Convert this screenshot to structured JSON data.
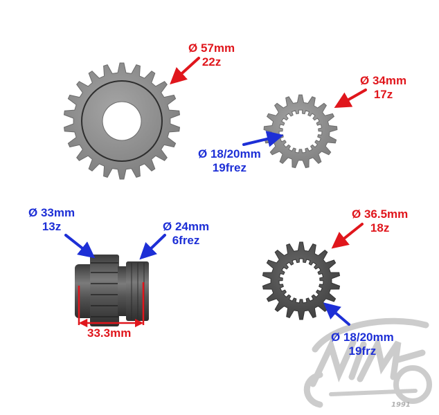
{
  "colors": {
    "red_label": "#e0161c",
    "blue_label": "#1d2fd6",
    "gear_light": "#8a8a8a",
    "gear_dark": "#4a4a4a",
    "watermark": "#bdbdbd"
  },
  "gears": [
    {
      "id": "large-gear",
      "teeth": 22,
      "labels": {
        "diameter": "Ø 57mm",
        "teeth": "22z"
      }
    },
    {
      "id": "small-gear-top",
      "teeth": 17,
      "labels": {
        "diameter": "Ø 34mm",
        "teeth": "17z",
        "bore": "Ø 18/20mm",
        "splines": "19frez"
      }
    },
    {
      "id": "pinion-shaft",
      "teeth": 13,
      "labels": {
        "diameter": "Ø 33mm",
        "teeth": "13z",
        "shaft_diameter": "Ø 24mm",
        "shaft_splines": "6frez",
        "length": "33.3mm"
      }
    },
    {
      "id": "gear-bottom-right",
      "teeth": 18,
      "labels": {
        "diameter": "Ø 36.5mm",
        "teeth": "18z",
        "bore": "Ø 18/20mm",
        "splines": "19frz"
      }
    }
  ],
  "watermark": {
    "year": "1991"
  }
}
